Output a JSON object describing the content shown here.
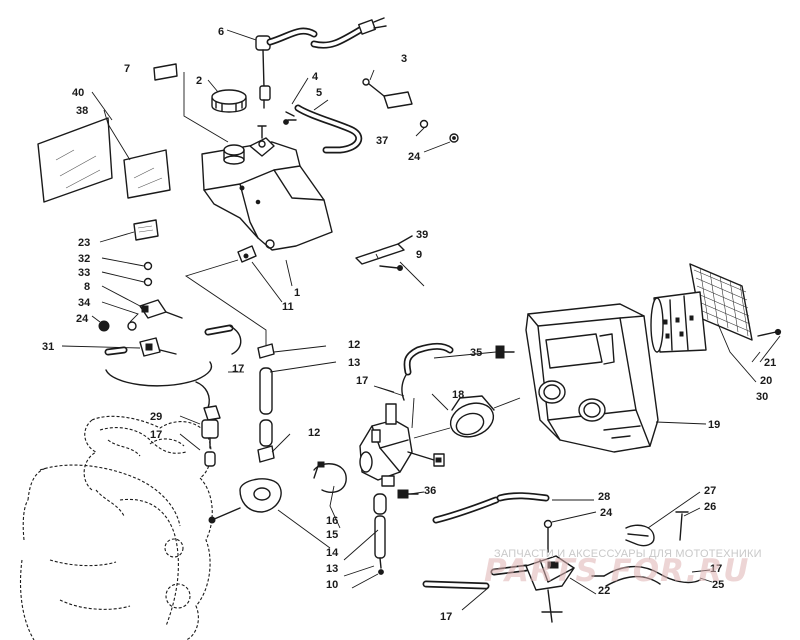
{
  "callouts": {
    "c1": "1",
    "c2": "2",
    "c3": "3",
    "c4": "4",
    "c5": "5",
    "c6": "6",
    "c7": "7",
    "c8": "8",
    "c9": "9",
    "c10": "10",
    "c11": "11",
    "c12a": "12",
    "c12b": "12",
    "c13a": "13",
    "c13b": "13",
    "c14": "14",
    "c15": "15",
    "c16": "16",
    "c17a": "17",
    "c17b": "17",
    "c17c": "17",
    "c17d": "17",
    "c17e": "17",
    "c18": "18",
    "c19": "19",
    "c20": "20",
    "c21": "21",
    "c22": "22",
    "c23": "23",
    "c24a": "24",
    "c24b": "24",
    "c24c": "24",
    "c25": "25",
    "c26": "26",
    "c27": "27",
    "c28": "28",
    "c29": "29",
    "c30": "30",
    "c31": "31",
    "c32": "32",
    "c33": "33",
    "c34": "34",
    "c35": "35",
    "c36": "36",
    "c37": "37",
    "c38": "38",
    "c39": "39",
    "c40": "40"
  },
  "watermark": {
    "line": "ЗАПЧАСТИ И АКСЕССУАРЫ ДЛЯ МОТОТЕХНИКИ",
    "logo": "PARTS FOR.RU"
  }
}
